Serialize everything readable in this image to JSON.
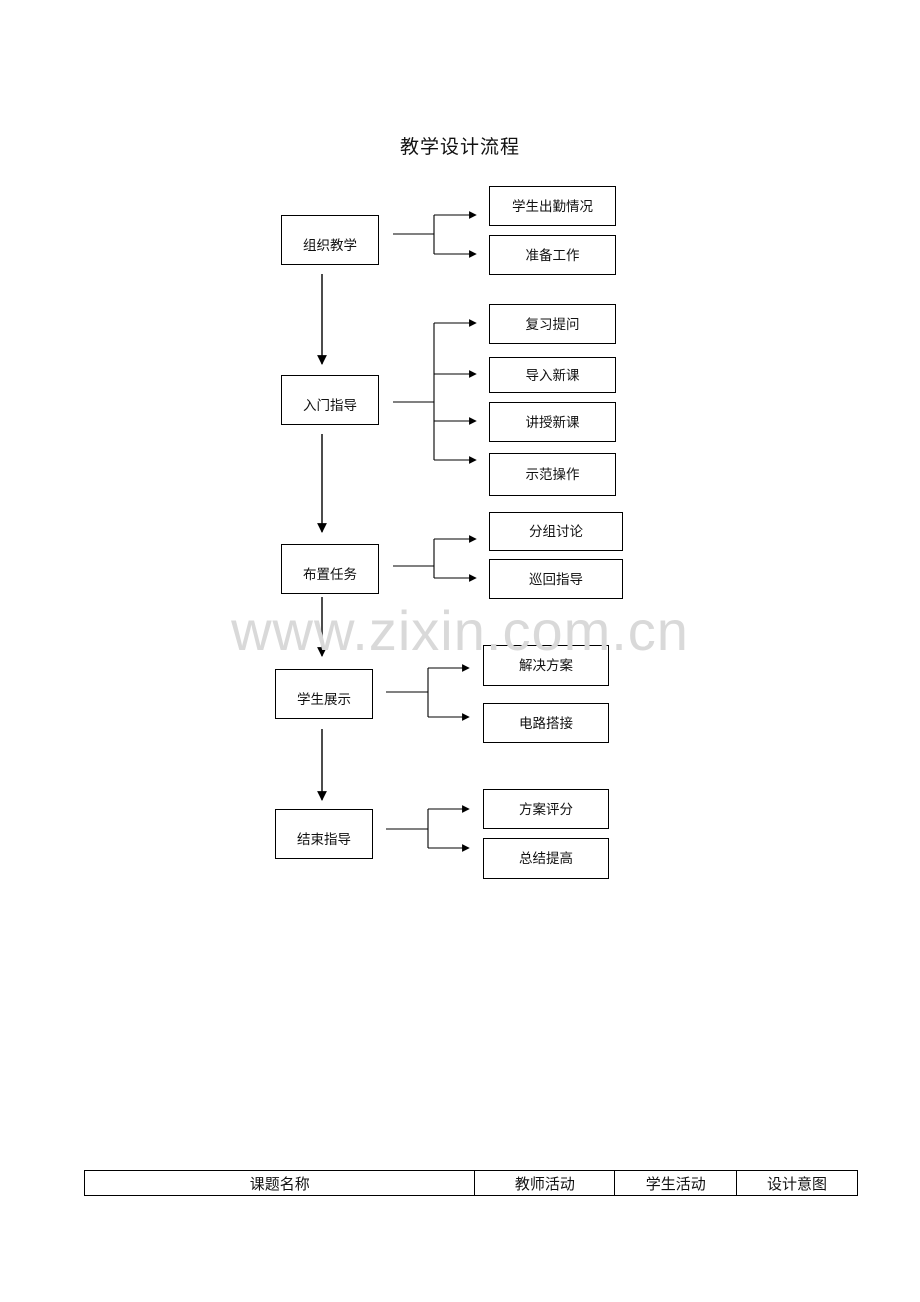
{
  "title": "教学设计流程",
  "flow": [
    {
      "label": "组织教学",
      "children": [
        "学生出勤情况",
        "准备工作"
      ]
    },
    {
      "label": "入门指导",
      "children": [
        "复习提问",
        "导入新课",
        "讲授新课",
        "示范操作"
      ]
    },
    {
      "label": "布置任务",
      "children": [
        "分组讨论",
        "巡回指导"
      ]
    },
    {
      "label": "学生展示",
      "children": [
        "解决方案",
        "电路搭接"
      ]
    },
    {
      "label": "结束指导",
      "children": [
        "方案评分",
        "总结提高"
      ]
    }
  ],
  "watermark": "www.zixin.com.cn",
  "table": {
    "headers": [
      "课题名称",
      "教师活动",
      "学生活动",
      "设计意图"
    ]
  }
}
